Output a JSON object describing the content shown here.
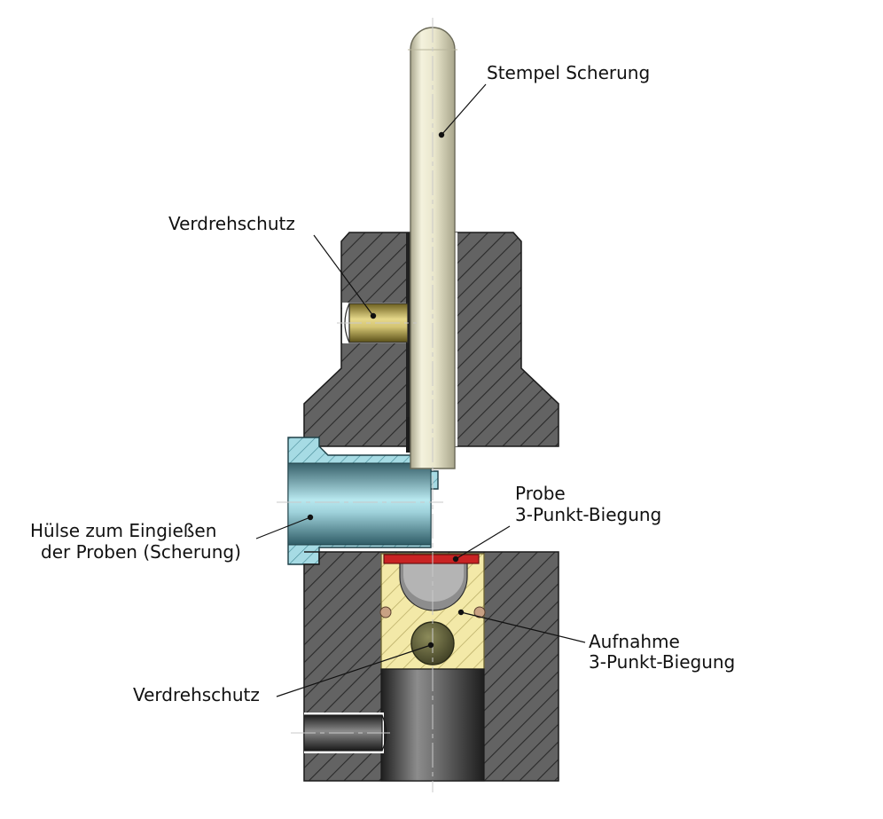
{
  "labels": {
    "stempel": "Stempel Scherung",
    "verdrehschutz_top": "Verdrehschutz",
    "huelse_line1": "Hülse zum Eingießen",
    "huelse_line2": "der Proben (Scherung)",
    "probe_line1": "Probe",
    "probe_line2": "3-Punkt-Biegung",
    "aufnahme_line1": "Aufnahme",
    "aufnahme_line2": "3-Punkt-Biegung",
    "verdrehschutz_bottom": "Verdrehschutz"
  },
  "colors": {
    "steel": "#5f5f5f",
    "hatch": "#2c2c2c",
    "punch": "#e6e3c8",
    "sleeve": "#9fd9e3",
    "sample": "#cc2222",
    "holder": "#f2e8a6",
    "pin": "#c9b552",
    "dark_pin": "#575734"
  }
}
